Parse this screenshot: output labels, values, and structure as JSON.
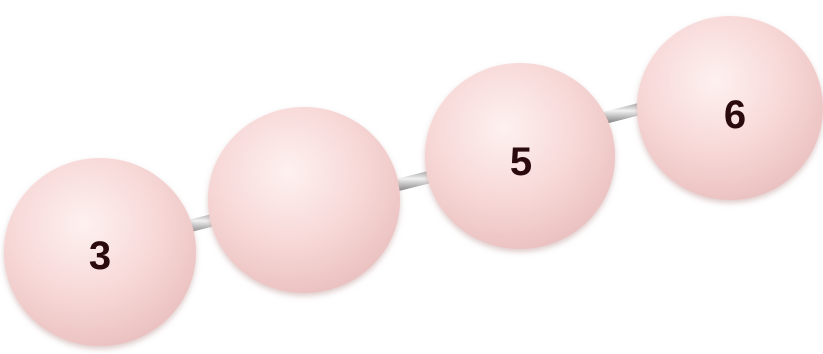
{
  "diagram": {
    "beads": [
      {
        "label": "3"
      },
      {
        "label": ""
      },
      {
        "label": "5"
      },
      {
        "label": "6"
      }
    ],
    "colors": {
      "bead_fill": "#f7d8d7",
      "bead_shade": "#e9bfbe",
      "bead_highlight": "#fdf1f0",
      "label_text": "#2b0a0e",
      "rod_light": "#f2f2f2",
      "rod_dark": "#8a8a8a"
    }
  }
}
